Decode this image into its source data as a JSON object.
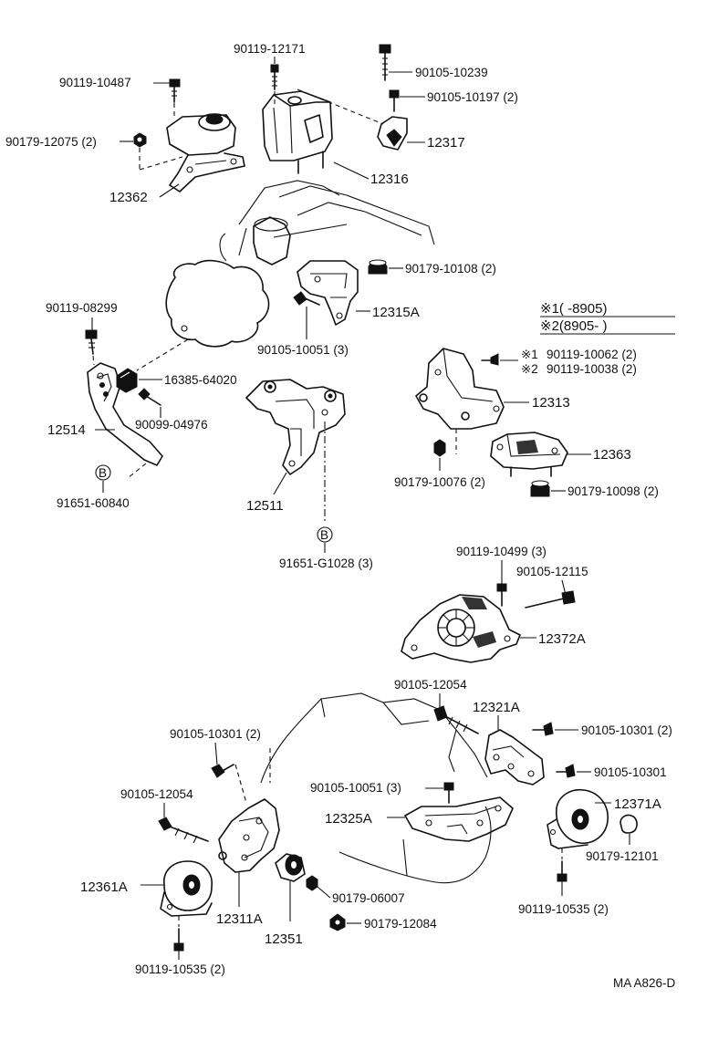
{
  "labels": {
    "p90119_12171": "90119-12171",
    "p90105_10239": "90105-10239",
    "p90119_10487": "90119-10487",
    "p90105_10197": "90105-10197 (2)",
    "p90179_12075": "90179-12075 (2)",
    "p12317": "12317",
    "p12362": "12362",
    "p12316": "12316",
    "p90179_10108": "90179-10108 (2)",
    "p90119_08299": "90119-08299",
    "p12315A": "12315A",
    "p90105_10051_top": "90105-10051 (3)",
    "p16385_64020": "16385-64020",
    "p90099_04976": "90099-04976",
    "p12514": "12514",
    "p91651_60840": "91651-60840",
    "p12511": "12511",
    "p91651_G1028": "91651-G1028 (3)",
    "p90119_10062": "90119-10062 (2)",
    "p90119_10038": "90119-10038 (2)",
    "p12313": "12313",
    "p12363": "12363",
    "p90179_10076": "90179-10076 (2)",
    "p90179_10098": "90179-10098 (2)",
    "p90119_10499": "90119-10499 (3)",
    "p90105_12115": "90105-12115",
    "p12372A": "12372A",
    "p90105_12054_mid": "90105-12054",
    "p12321A": "12321A",
    "p90105_10301_right2": "90105-10301 (2)",
    "p90105_10301_right": "90105-10301",
    "p90105_10301_left": "90105-10301 (2)",
    "p90105_10051_mid": "90105-10051 (3)",
    "p90105_12054_left": "90105-12054",
    "p12325A": "12325A",
    "p12371A": "12371A",
    "p90179_12101": "90179-12101",
    "p12361A": "12361A",
    "p12311A": "12311A",
    "p90179_06007": "90179-06007",
    "p90119_10535_right": "90119-10535 (2)",
    "p12351": "12351",
    "p90179_12084": "90179-12084",
    "p90119_10535_left": "90119-10535 (2)"
  },
  "legend": {
    "row1": "※1(      -8905)",
    "row2": "※2(8905-      )",
    "mark1": "※1",
    "mark2": "※2"
  },
  "callout_letter": "B",
  "footer_code": "MA A826-D"
}
